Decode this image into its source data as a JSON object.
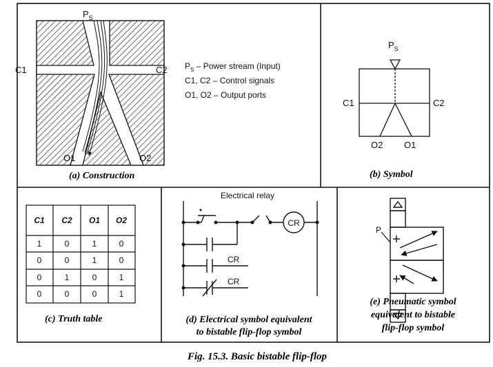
{
  "construction": {
    "ps_label": "P",
    "ps_sub": "S",
    "c1": "C1",
    "c2": "C2",
    "o1": "O1",
    "o2": "O2",
    "legend_ps_main": "P",
    "legend_ps_sub": "S",
    "legend_ps_rest": " – Power stream (Input)",
    "legend_c": "C1, C2 – Control signals",
    "legend_o": "O1, O2 – Output ports",
    "caption": "(a) Construction"
  },
  "symbol": {
    "ps_label": "P",
    "ps_sub": "S",
    "c1": "C1",
    "c2": "C2",
    "o2": "O2",
    "o1": "O1",
    "caption": "(b) Symbol"
  },
  "truth_table": {
    "headers": [
      "C1",
      "C2",
      "O1",
      "O2"
    ],
    "rows": [
      [
        "1",
        "0",
        "1",
        "0"
      ],
      [
        "0",
        "0",
        "1",
        "0"
      ],
      [
        "0",
        "1",
        "0",
        "1"
      ],
      [
        "0",
        "0",
        "0",
        "1"
      ]
    ],
    "caption": "(c) Truth table"
  },
  "electrical": {
    "relay_label": "Electrical relay",
    "coil_label": "CR",
    "contact1_label": "CR",
    "contact2_label": "CR",
    "caption_line1": "(d) Electrical symbol equivalent",
    "caption_line2": "to bistable flip-flop symbol"
  },
  "pneumatic": {
    "port_label": "P",
    "caption_line1": "(e) Pneumatic symbol",
    "caption_line2": "equivalent to bistable",
    "caption_line3": "flip-flop symbol"
  },
  "figure_caption": "Fig. 15.3. Basic bistable flip-flop"
}
